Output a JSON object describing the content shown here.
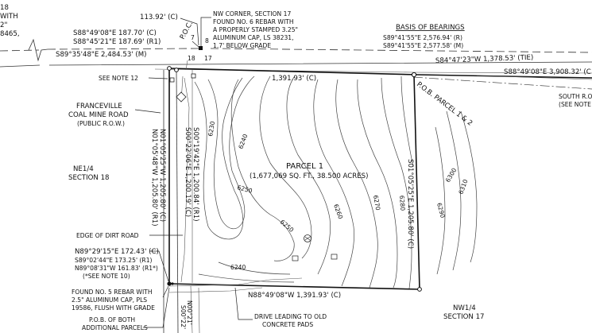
{
  "labels": {
    "top_left": [
      "18",
      "WITH",
      "2\"",
      "8465,"
    ],
    "dist_113": "113.92' (C)",
    "poc": "P.O.C.",
    "num_7": "7",
    "num_8": "8",
    "num_18": "18",
    "num_17": "17",
    "nw_corner": [
      "NW CORNER, SECTION 17",
      "FOUND NO. 6 REBAR WITH",
      "A PROPERLY STAMPED 3.25\"",
      "ALUMINUM CAP, LS 38231,",
      "1.7' BELOW GRADE"
    ],
    "bob_title": "BASIS OF BEARINGS",
    "bob_r": "S89°41'55\"E   2,576.94' (R)",
    "bob_m": "S89°41'55\"E   2,577.58' (M)",
    "brg_c": "S88°49'08\"E   187.70' (C)",
    "brg_r1": "S88°45'21\"E   187.69' (R1)",
    "brg_m": "S89°35'48\"E   2,484.53' (M)",
    "see_note_12": "SEE NOTE 12",
    "top_dist": "1,391.93' (C)",
    "tie": "S84°47'23\"W    1,378.53' (TIE)",
    "brg_3908": "S88°49'08\"E    3,908.32' (C",
    "south_row": [
      "SOUTH R.O",
      "(SEE NOTE"
    ],
    "pob_parcel": "P.O.B. PARCEL 1 & 2",
    "road": [
      "FRANCEVILLE",
      "COAL MINE ROAD",
      "(PUBLIC R.O.W.)"
    ],
    "ne_quarter": [
      "NE1/4",
      "SECTION 18"
    ],
    "west_c": "N01°05'25\"W   1,205.80' (C)",
    "west_r1": "N01°05'48\"W   1,205.80' (R1)",
    "inner1_c": "S00°22'06\"E   1,200.19' (C)",
    "inner1_r1": "S00°19'42\"E   1,200.84' (R1)",
    "parcel_name": "PARCEL 1",
    "parcel_area": "(1,677,069 SQ. FT., 38.500 ACRES)",
    "east_c": "S01°05'25\"E   1,205.80' (C)",
    "dirt_road": "EDGE OF DIRT ROAD",
    "brg_172_c": "N89°29'15\"E   172.43' (C)",
    "brg_173_r1": "S89°02'44\"E   173.25' (R1)",
    "brg_161_r1": "N89°08'31\"W   161.83' (R1*)",
    "see_note_10": "(*SEE NOTE 10)",
    "found_no5": [
      "FOUND NO. 5 REBAR WITH",
      "2.5\" ALUMINUM CAP, PLS",
      "19586, FLUSH WITH GRADE"
    ],
    "bottom_dist": "N88°49'08\"W   1,391.93' (C)",
    "drive": [
      "DRIVE LEADING TO OLD",
      "CONCRETE PADS"
    ],
    "pob_both": [
      "P.O.B. OF BOTH",
      "ADDITIONAL PARCELS"
    ],
    "nw_quarter": [
      "NW1/4",
      "SECTION 17"
    ],
    "bot_brg1": "N00°21'",
    "bot_brg2": "S00°22'",
    "contours": {
      "c6230": "6230",
      "c6240": "6240",
      "c6250": "6250",
      "c6250b": "6250",
      "c6260": "6260",
      "c6270": "6270",
      "c6280": "6280",
      "c6290": "6290",
      "c6300": "6300",
      "c6310": "6310",
      "c6240b": "6240"
    }
  }
}
